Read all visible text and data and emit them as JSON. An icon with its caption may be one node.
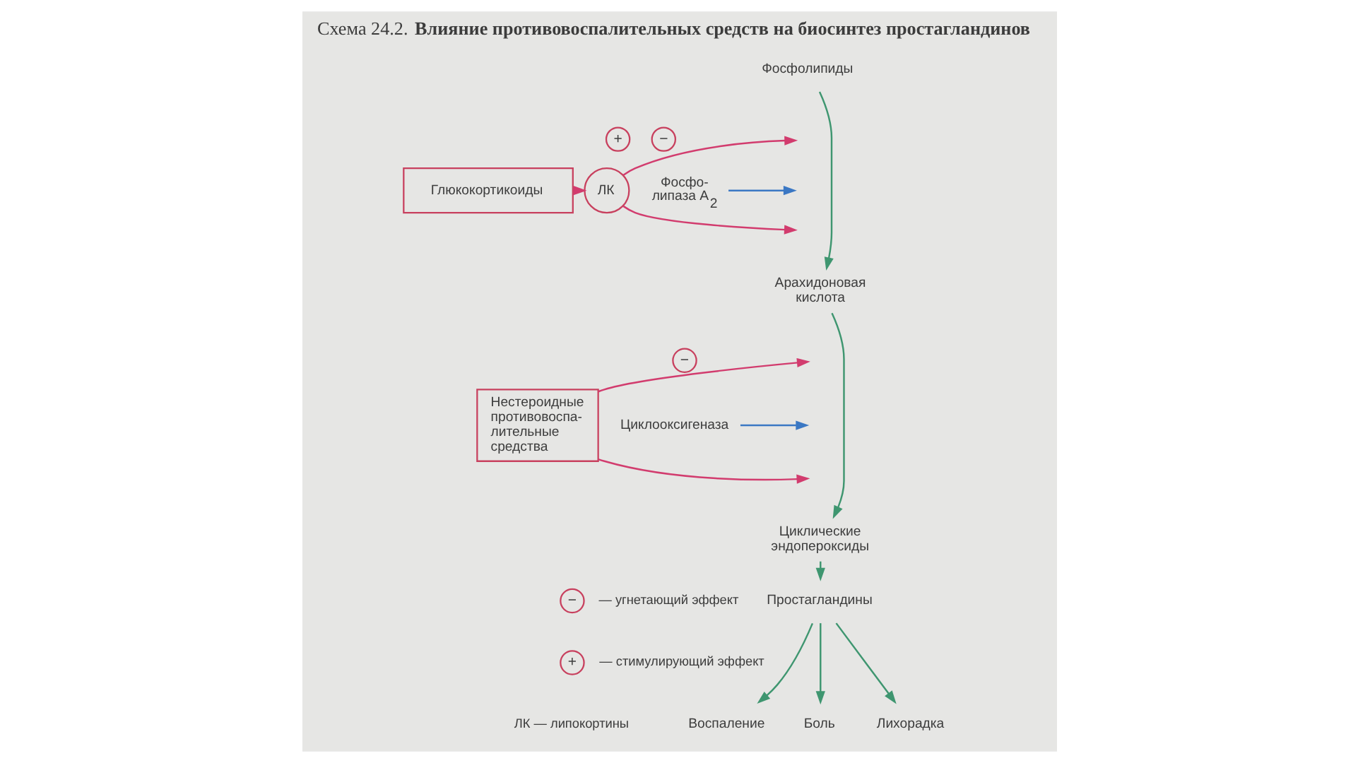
{
  "diagram": {
    "title": "Схема 24.2. **Влияние противовоспалительных средств на биосинтез простагландинов**",
    "nodes": [
      {
        "text": [
          "Фосфолипиды"
        ]
      },
      {
        "text": [
          "+"
        ]
      },
      {
        "text": [
          "−"
        ]
      },
      {
        "text": [
          "Глюкокортикоиды"
        ]
      },
      {
        "text": [
          "ЛК"
        ]
      },
      {
        "text": [
          "Фосфо- липаза A$_{2}$"
        ]
      },
      {
        "text": [
          "Арахидоновая кислота"
        ]
      },
      {
        "text": [
          "Нестероидные противовоспа- лительные средства"
        ]
      },
      {
        "text": [
          "−"
        ]
      },
      {
        "text": [
          "Циклооксигеназа"
        ]
      },
      {
        "text": [
          "Циклические эндопероксиды"
        ]
      },
      {
        "text": [
          "Простагландины"
        ]
      },
      {
        "text": [
          "−"
        ]
      },
      {
        "text": [
          "+"
        ]
      },
      {
        "text": [
          "Воспаление"
        ]
      },
      {
        "text": [
          "Боль"
        ]
      },
      {
        "text": [
          "Лихорадка"
        ]
      }
    ],
    "edges": [
      {
        "from": 0,
        "to": 6,
        "arrow": "to"
      },
      {
        "from": 3,
        "to": 4,
        "arrow": "to",
        "color": "#d23c6e"
      },
      {
        "from": 4,
        "to": null,
        "arrow": "to",
        "color": "#d23c6e"
      },
      {
        "from": 4,
        "to": null,
        "arrow": "to",
        "color": "#d23c6e"
      },
      {
        "from": 5,
        "to": null,
        "arrow": "to",
        "color": "#3b78c4"
      },
      {
        "from": 6,
        "to": 10,
        "arrow": "to"
      },
      {
        "from": 7,
        "to": null,
        "arrow": "to",
        "color": "#d23c6e"
      },
      {
        "from": 7,
        "to": null,
        "arrow": "to",
        "color": "#d23c6e"
      },
      {
        "from": 9,
        "to": null,
        "arrow": "to",
        "color": "#3b78c4"
      },
      {
        "from": 10,
        "to": 11,
        "arrow": "to"
      },
      {
        "from": 11,
        "to": 14,
        "arrow": "to"
      },
      {
        "from": 11,
        "to": 15,
        "arrow": "to"
      },
      {
        "from": 11,
        "to": 16,
        "arrow": "to"
      }
    ],
    "legend": [
      {
        "text": "— угнетающий эффект"
      },
      {
        "text": "— стимулирующий эффект"
      },
      {
        "text": "ЛК — липокортины"
      }
    ]
  }
}
